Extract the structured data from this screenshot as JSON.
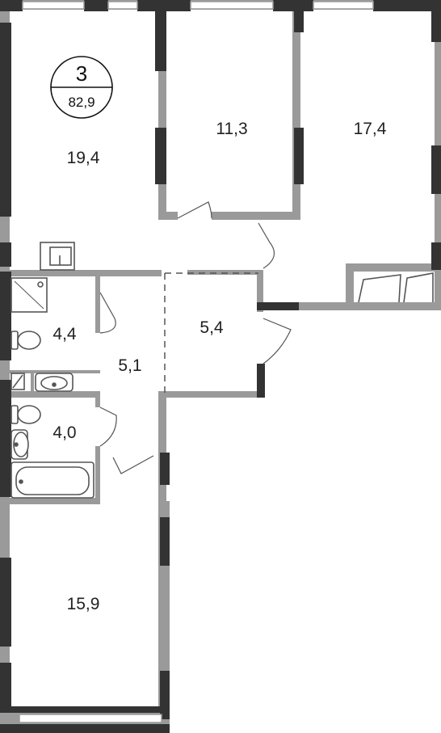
{
  "plan": {
    "badge": {
      "rooms": "3",
      "total_area": "82,9"
    },
    "rooms": {
      "living_top_left": "19,4",
      "bedroom_middle": "11,3",
      "bedroom_right": "17,4",
      "bathroom_upper": "4,4",
      "corridor": "5,1",
      "hall": "5,4",
      "bathroom_lower": "4,0",
      "room_bottom": "15,9"
    }
  }
}
